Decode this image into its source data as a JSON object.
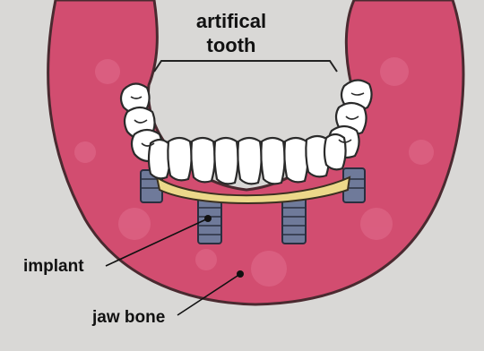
{
  "labels": {
    "artificial_tooth_line1": "artifical",
    "artificial_tooth_line2": "tooth",
    "implant": "implant",
    "jaw_bone": "jaw bone"
  },
  "colors": {
    "background": "#d9d8d6",
    "gum": "#d24d70",
    "gum_outline": "#4a2a30",
    "tooth": "#ffffff",
    "implant_post": "#6f7a9a",
    "gum_base_yellow": "#ecd88a"
  }
}
